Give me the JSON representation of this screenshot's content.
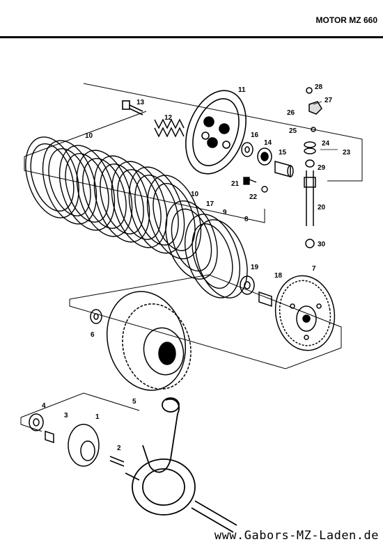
{
  "header": {
    "title": "MOTOR MZ 660"
  },
  "footer": {
    "watermark": "www.Gabors-MZ-Laden.de"
  },
  "parts": {
    "p1": "1",
    "p2": "2",
    "p3": "3",
    "p4": "4",
    "p5": "5",
    "p6": "6",
    "p7": "7",
    "p8": "8",
    "p9": "9",
    "p10a": "10",
    "p10b": "10",
    "p11": "11",
    "p12": "12",
    "p13": "13",
    "p14": "14",
    "p15": "15",
    "p16": "16",
    "p17": "17",
    "p18": "18",
    "p19": "19",
    "p20": "20",
    "p21": "21",
    "p22": "22",
    "p23": "23",
    "p24": "24",
    "p25": "25",
    "p26": "26",
    "p27": "27",
    "p28": "28",
    "p29": "29",
    "p30": "30"
  }
}
